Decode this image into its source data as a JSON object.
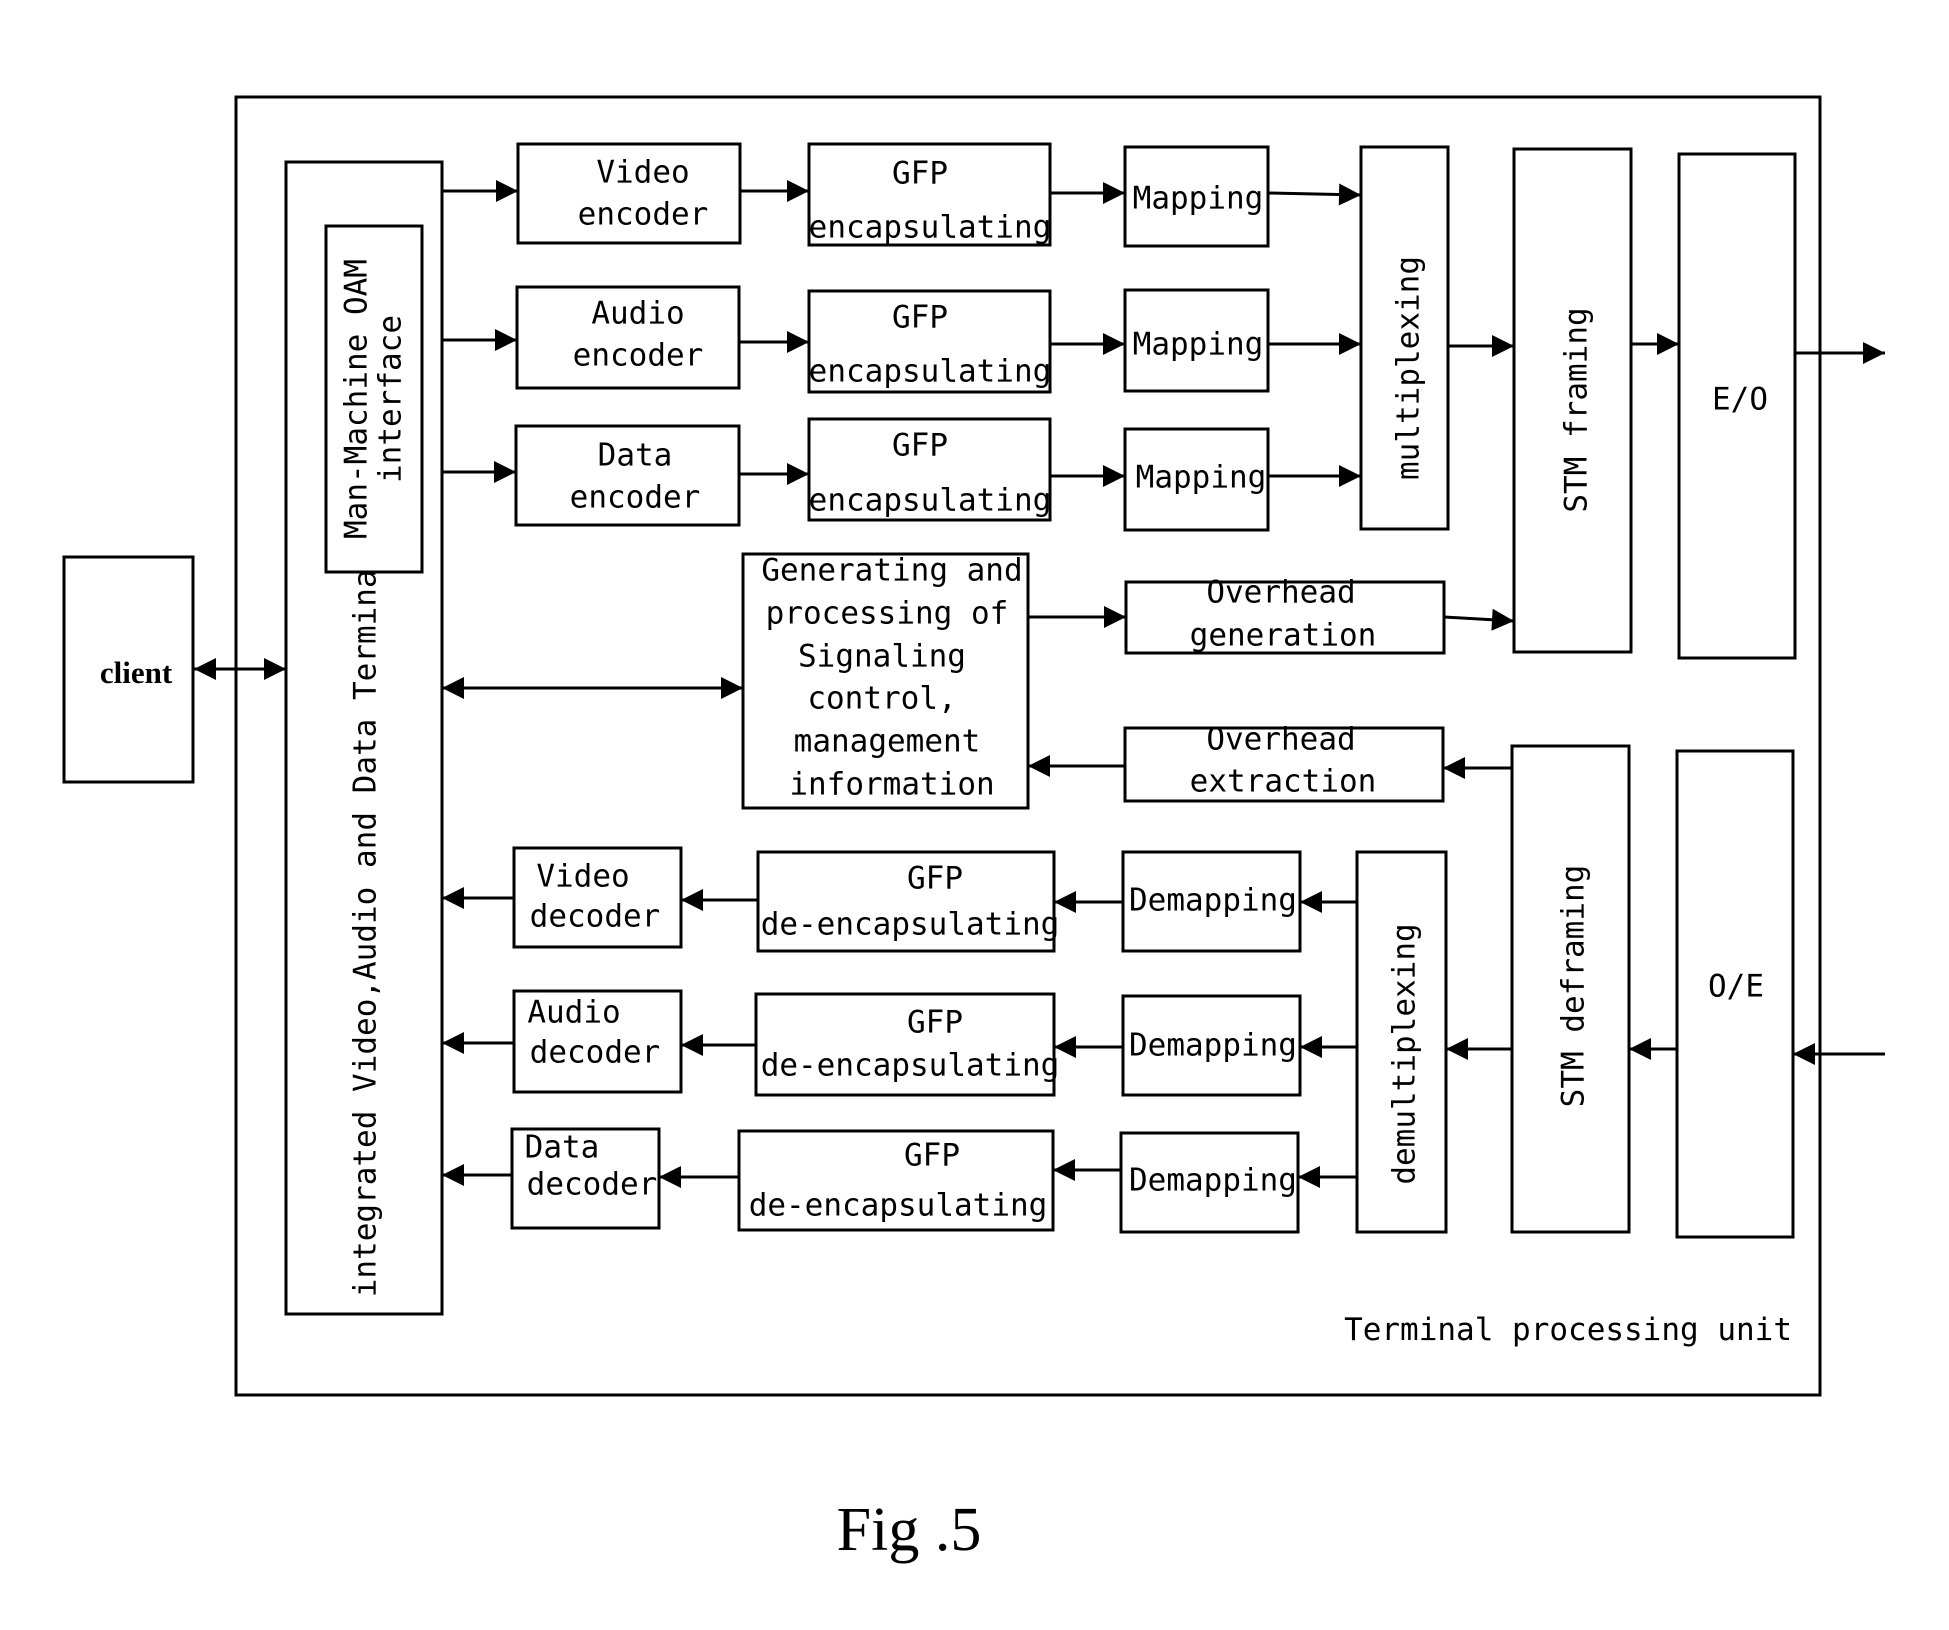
{
  "figure_caption": "Fig .5",
  "unit_label": "Terminal processing unit",
  "client": {
    "label": "client"
  },
  "terminal": {
    "label": "integrated Video,Audio and Data Terminal"
  },
  "oam": {
    "line1": "Man-Machine OAM",
    "line2": "interface"
  },
  "encoders": [
    {
      "line1": "Video",
      "line2": "encoder"
    },
    {
      "line1": "Audio",
      "line2": "encoder"
    },
    {
      "line1": "Data",
      "line2": "encoder"
    }
  ],
  "gfp_encap": {
    "line1": "GFP",
    "line2": "encapsulating"
  },
  "mapping": {
    "label": "Mapping"
  },
  "multiplexing": {
    "label": "multiplexing"
  },
  "stm_framing": {
    "label": "STM framing"
  },
  "eo": {
    "label": "E/O"
  },
  "signaling": {
    "lines": [
      "Generating and",
      "processing of",
      "Signaling",
      "control,",
      "management",
      "information"
    ]
  },
  "overhead_generation": {
    "line1": "Overhead",
    "line2": "generation"
  },
  "overhead_extraction": {
    "line1": "Overhead",
    "line2": "extraction"
  },
  "stm_deframing": {
    "label": "STM deframing"
  },
  "oe": {
    "label": "O/E"
  },
  "demultiplexing": {
    "label": "demultiplexing"
  },
  "demapping": {
    "label": "Demapping"
  },
  "gfp_decap": {
    "line1": "GFP",
    "line2": "de-encapsulating"
  },
  "decoders": [
    {
      "line1": "Video",
      "line2": "decoder"
    },
    {
      "line1": "Audio",
      "line2": "decoder"
    },
    {
      "line1": "Data",
      "line2": "decoder"
    }
  ]
}
